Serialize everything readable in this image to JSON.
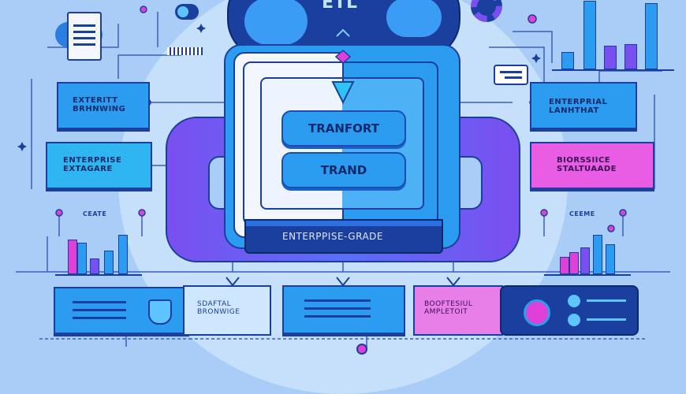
{
  "diagram": {
    "title": "ETL",
    "transform_label": "TRANFORT",
    "trand_label": "TRAND",
    "banner": "ENTERPPISE-GRADE",
    "left_top": "EXTERITT\nBRHNWING",
    "left_mid": "ENTERPRISE\nEXTAGARE",
    "right_top": "ENTERPRIAL\nLANHTHAT",
    "right_mid": "BIORSSIICE\nSTALTUAADE",
    "chart_left_title": "CEATE",
    "chart_right_title": "CEEME",
    "bottom_2": "SDAFTAL\nBRONWIGE",
    "bottom_4": "BOOFTESIUL\nAMPLETOIT"
  },
  "colors": {
    "background": "#a9cdf7",
    "accent_blue": "#2b9cf0",
    "deep_blue": "#1a3f9e",
    "purple": "#7a4ff0",
    "magenta": "#e040d8"
  },
  "icons": [
    "cloud-icon",
    "document-icon",
    "gear-icon",
    "chat-bubble-icon",
    "shield-icon",
    "toggle-icon",
    "bar-chart-icon"
  ]
}
